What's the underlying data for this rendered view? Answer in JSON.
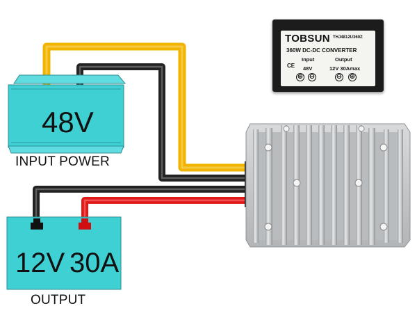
{
  "input": {
    "voltage": "48V",
    "caption": "INPUT POWER",
    "color": "#3fd0d4"
  },
  "output": {
    "voltage": "12V",
    "current": "30A",
    "caption": "OUTPUT",
    "color": "#3fd0d4"
  },
  "label_plate": {
    "brand": "TOBSUN",
    "model": "THJ4812U360Z",
    "description": "360W DC-DC CONVERTER",
    "input_header": "Input",
    "output_header": "Output",
    "cert_mark": "CE",
    "input_value": "48V",
    "output_value": "12V 30Amax",
    "terminal_symbols": [
      "⊕",
      "⊖",
      "⊖",
      "⊕"
    ]
  },
  "wires": {
    "positive_input": "#f2b400",
    "negative": "#222222",
    "positive_output": "#e01818"
  },
  "converter_color": "#c9cbcc"
}
